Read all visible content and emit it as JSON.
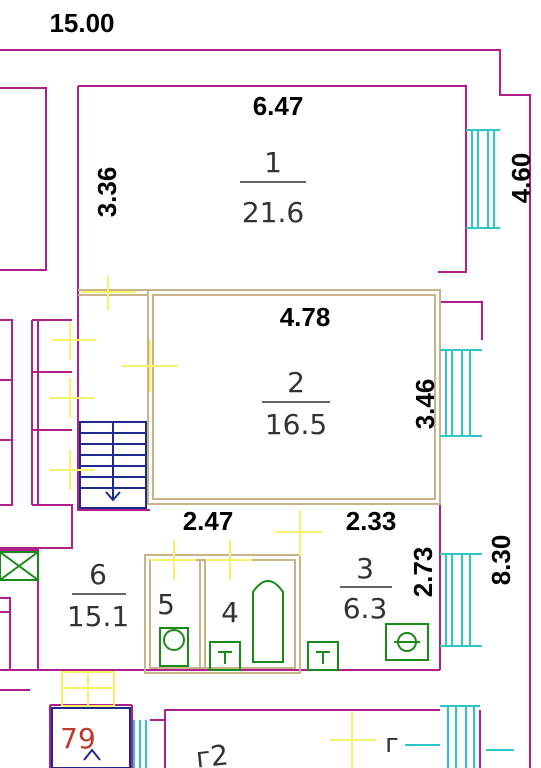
{
  "plan": {
    "overall_width": "15.00",
    "overall_height": "8.30",
    "colors": {
      "wall": "#b0208a",
      "door": "#f6f26a",
      "window": "#2cc6c6",
      "fixture": "#1a8a1a",
      "wall_tan": "#c9b48a",
      "stair": "#1e2a8c",
      "text": "#000000",
      "label_red": "#c0392b"
    },
    "rooms": [
      {
        "number": "1",
        "area": "21.6",
        "width": "6.47",
        "height": "3.36",
        "side": "4.60"
      },
      {
        "number": "2",
        "area": "16.5",
        "width": "4.78",
        "height": "3.46"
      },
      {
        "number": "3",
        "area": "6.3",
        "width": "2.33",
        "height": "2.73"
      },
      {
        "number": "4"
      },
      {
        "number": "5"
      },
      {
        "number": "6",
        "area": "15.1",
        "width": "2.47"
      }
    ],
    "neighbor_labels": [
      "79",
      "г2",
      "г"
    ]
  }
}
